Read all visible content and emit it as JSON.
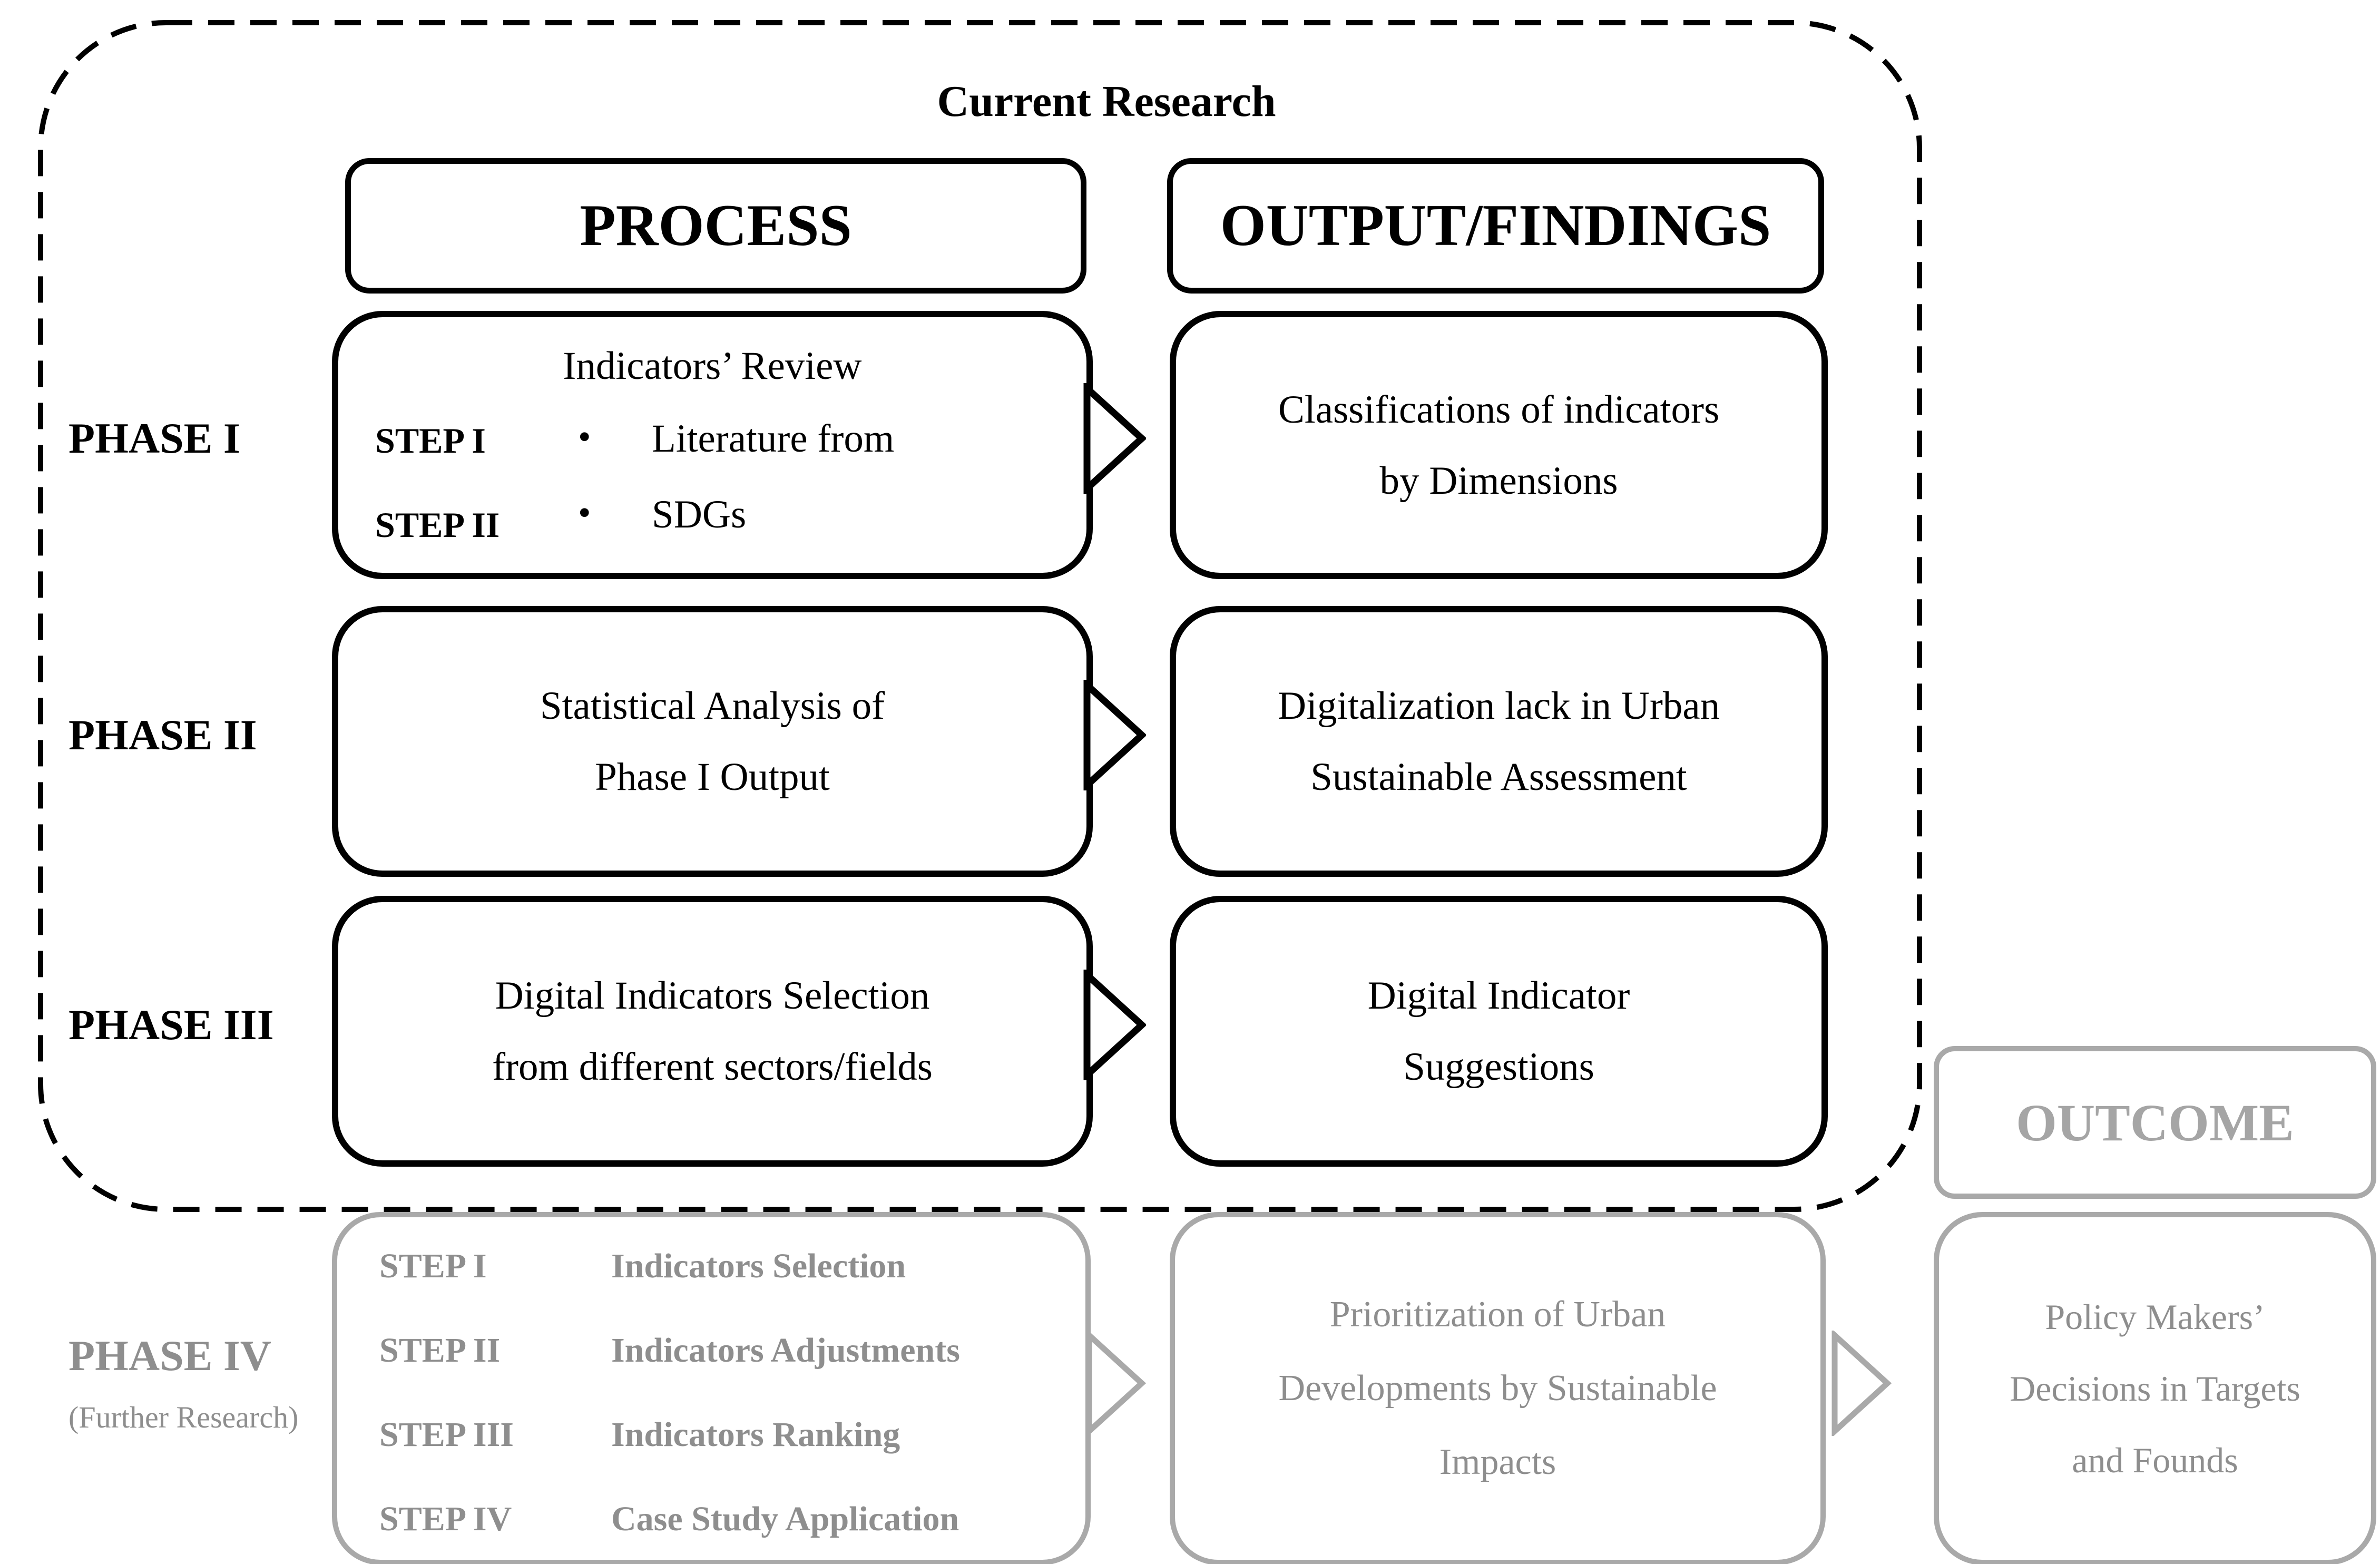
{
  "figure": {
    "title": "Current Research",
    "headers": {
      "process": "PROCESS",
      "output_findings": "OUTPUT/FINDINGS",
      "outcome": "OUTCOME"
    },
    "phase1": {
      "label": "PHASE I",
      "process": {
        "title": "Indicators’ Review",
        "steps": [
          {
            "label": "STEP I",
            "bullet": "•",
            "text": "Literature from"
          },
          {
            "label": "STEP II",
            "bullet": "•",
            "text": "SDGs"
          }
        ]
      },
      "output": {
        "line1": "Classifications of indicators",
        "line2": "by Dimensions"
      }
    },
    "phase2": {
      "label": "PHASE II",
      "process": {
        "line1": "Statistical Analysis of",
        "line2": "Phase I Output"
      },
      "output": {
        "line1": "Digitalization lack in Urban",
        "line2": "Sustainable Assessment"
      }
    },
    "phase3": {
      "label": "PHASE III",
      "process": {
        "line1": "Digital Indicators Selection",
        "line2": "from different sectors/fields"
      },
      "output": {
        "line1": "Digital Indicator",
        "line2": "Suggestions"
      }
    },
    "phase4": {
      "label": "PHASE IV",
      "sublabel": "(Further Research)",
      "steps": [
        {
          "label": "STEP I",
          "text": "Indicators Selection"
        },
        {
          "label": "STEP II",
          "text": "Indicators Adjustments"
        },
        {
          "label": "STEP III",
          "text": "Indicators Ranking"
        },
        {
          "label": "STEP IV",
          "text": "Case Study Application"
        }
      ],
      "prioritization": {
        "line1": "Prioritization of Urban",
        "line2": "Developments by Sustainable",
        "line3": "Impacts"
      },
      "policy": {
        "line1": "Policy Makers’",
        "line2": "Decisions in Targets",
        "line3": "and Founds"
      }
    },
    "colors": {
      "ink": "#000000",
      "gray_border": "#a9a9a9",
      "gray_text": "#8e8e8e",
      "outcome_text": "#a5a5a5",
      "background": "#ffffff"
    }
  }
}
